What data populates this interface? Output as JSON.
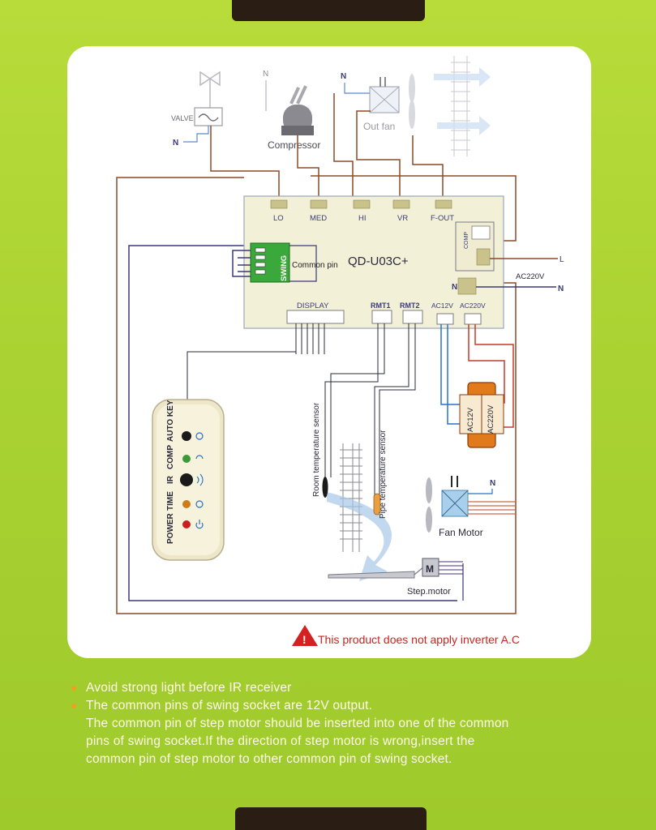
{
  "diagram": {
    "top_components": {
      "valve": "VALVE",
      "valve_n": "N",
      "compressor": "Compressor",
      "compressor_n": "N",
      "out_fan": "Out fan",
      "out_fan_n": "N"
    },
    "board": {
      "model": "QD-U03C+",
      "relay_labels": [
        "LO",
        "MED",
        "HI",
        "VR",
        "F-OUT"
      ],
      "comp_label": "COMP",
      "swing_label": "SWING",
      "common_pin_label": "Common pin",
      "n_label": "N",
      "connectors": [
        "DISPLAY",
        "RMT1",
        "RMT2",
        "AC12V",
        "AC220V"
      ]
    },
    "power": {
      "l": "L",
      "ac220v": "AC220V",
      "n": "N"
    },
    "display_panel": {
      "labels": [
        "POWER",
        "TIME",
        "IR",
        "COMP",
        "AUTO KEY"
      ]
    },
    "sensors": {
      "room": "Room temperature sensor",
      "pipe": "Pipe temperature sensor"
    },
    "transformer": {
      "left": "AC12V",
      "right": "AC220V"
    },
    "fan_motor": {
      "label": "Fan Motor",
      "n": "N"
    },
    "step_motor": {
      "label": "Step.motor",
      "m": "M"
    },
    "warning": "This product does not apply inverter A.C"
  },
  "notes": {
    "bullet1": "Avoid strong light before IR receiver",
    "bullet2": "The common pins of swing socket are 12V output.",
    "line3": "The common pin of step motor should be inserted into one of the common",
    "line4": "pins of swing  socket.If the direction of step motor is wrong,insert the",
    "line5": "common pin of step motor to other  common pin of swing socket."
  },
  "colors": {
    "box_green": "#a9d232",
    "board_fill": "#f3f0d8",
    "wire_brown": "#8a4a2a",
    "wire_blue": "#2a72c8",
    "wire_red": "#c83a2a",
    "wire_navy": "#3a3a7a",
    "warning_red": "#d42020",
    "transformer_orange": "#e07a1a"
  }
}
